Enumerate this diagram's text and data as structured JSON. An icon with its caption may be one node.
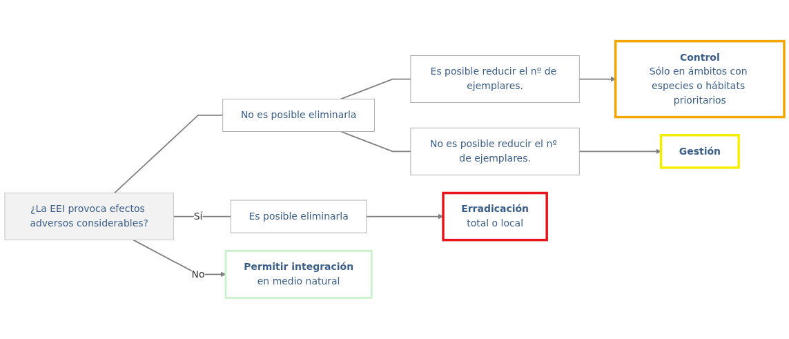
{
  "diagram": {
    "nodes": [
      {
        "text": [
          "¿La EEI provoca efectos adversos considerables?"
        ]
      },
      {
        "text": [
          "Es posible eliminarla"
        ]
      },
      {
        "text": [
          "No es posible eliminarla"
        ]
      },
      {
        "text": [
          "Es posible reducir el nº de ejemplares."
        ]
      },
      {
        "text": [
          "No es posible reducir el nº de ejemplares."
        ]
      },
      {
        "text": [
          "Erradicación",
          "total o local"
        ]
      },
      {
        "text": [
          "Control",
          "Sólo en ámbitos con especies o hábitats prioritarios"
        ]
      },
      {
        "text": [
          "Gestión"
        ]
      },
      {
        "text": [
          "Permitir integración",
          "en medio natural"
        ]
      }
    ],
    "edges": [
      {
        "from": 0,
        "to": 1,
        "arrow": "none",
        "label": "Sí"
      },
      {
        "from": 0,
        "to": 2,
        "arrow": "none"
      },
      {
        "from": 1,
        "to": 5,
        "arrow": "to"
      },
      {
        "from": 2,
        "to": 3,
        "arrow": "none"
      },
      {
        "from": 2,
        "to": 4,
        "arrow": "none"
      },
      {
        "from": 3,
        "to": 6,
        "arrow": "to"
      },
      {
        "from": 4,
        "to": 7,
        "arrow": "to"
      },
      {
        "from": 0,
        "to": 8,
        "arrow": "to",
        "label": "No"
      }
    ]
  }
}
